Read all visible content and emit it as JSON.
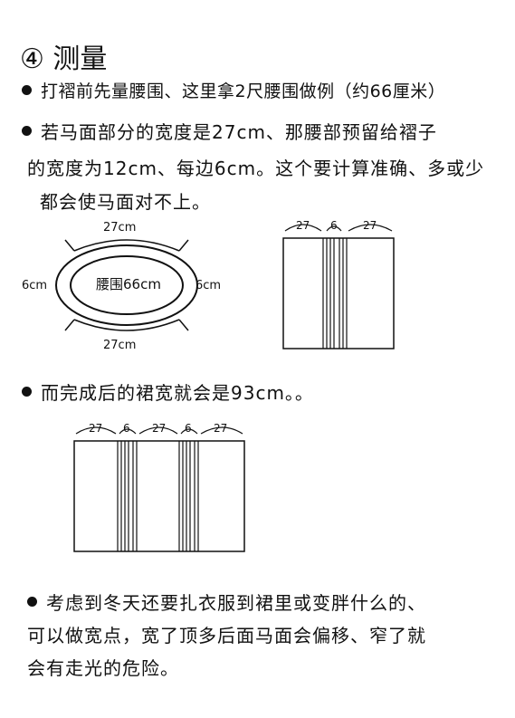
{
  "title": "④ 测量",
  "paragraph1": "打褶前先量腰围、这里拿2尺腰围做例（约66厘米）",
  "paragraph2": {
    "line1": "若马面部分的宽度是27cm、那腰部预留给褶子",
    "line2": "的宽度为12cm、每边6cm。这个要计算准确、多或少",
    "line3": "都会使马面对不上。"
  },
  "figure1": {
    "top_label": "27cm",
    "bottom_label": "27cm",
    "left_label": "6cm",
    "right_label": "6cm",
    "center_label": "腰围66cm"
  },
  "figure2": {
    "labels": [
      "27",
      "6",
      "27"
    ]
  },
  "paragraph3": "而完成后的裙宽就会是93cm。。",
  "figure3": {
    "labels": [
      "27",
      "6",
      "27",
      "6",
      "27"
    ]
  },
  "paragraph4": {
    "line1": "考虑到冬天还要扎衣服到裙里或变胖什么的、",
    "line2": "可以做宽点，宽了顶多后面马面会偏移、窄了就",
    "line3": "会有走光的危险。"
  }
}
